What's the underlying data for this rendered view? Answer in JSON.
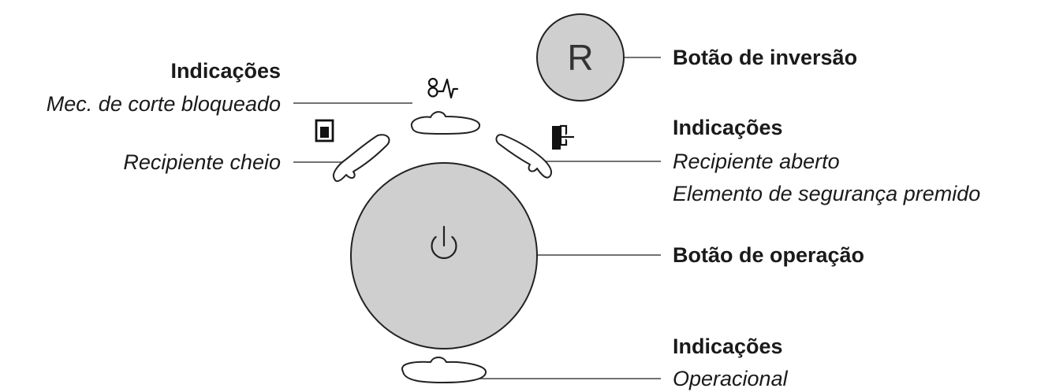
{
  "labels": {
    "indicacoes_top": "Indicações",
    "mec_corte": "Mec. de corte bloqueado",
    "recipiente_cheio": "Recipiente cheio",
    "botao_inversao": "Botão de inversão",
    "indicacoes_right": "Indicações",
    "recipiente_aberto": "Recipiente aberto",
    "elemento_seguranca": "Elemento de segurança premido",
    "botao_operacao": "Botão de operação",
    "indicacoes_bottom": "Indicações",
    "operacional": "Operacional"
  },
  "reverse_button": {
    "letter": "R"
  },
  "icons": {
    "power": "power-icon",
    "cutter_blocked": "cutter-blocked-icon",
    "bin_full": "bin-full-icon",
    "bin_open": "bin-open-icon"
  },
  "colors": {
    "button_fill": "#cfcfcf",
    "line": "#333333"
  }
}
